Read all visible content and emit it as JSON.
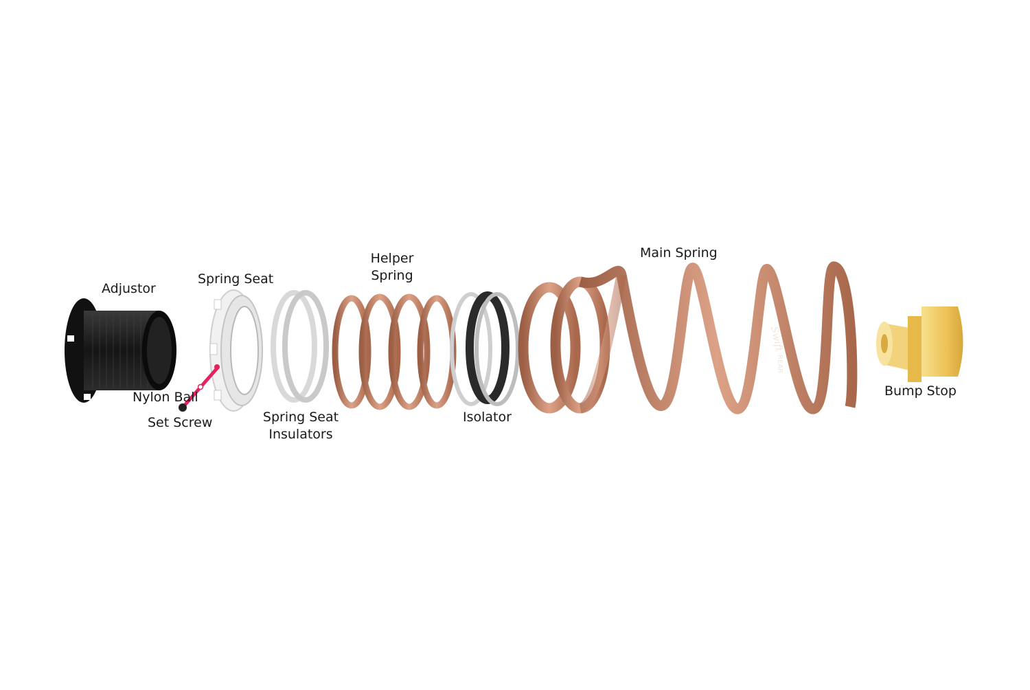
{
  "labels": {
    "adjustor": "Adjustor",
    "spring_seat": "Spring Seat",
    "nylon_ball": "Nylon Ball",
    "set_screw": "Set Screw",
    "insulators_line1": "Spring Seat",
    "insulators_line2": "Insulators",
    "helper_line1": "Helper",
    "helper_line2": "Spring",
    "isolator": "Isolator",
    "main_spring": "Main Spring",
    "bump_stop": "Bump Stop",
    "spring_brand": "Swift",
    "spring_tag": "REAR"
  },
  "colors": {
    "spring": "#c98e72",
    "adjustor": "#1e1e1e",
    "seat": "#e4e4e4",
    "insulator": "#cfcfcf",
    "isolator": "#2a2a2a",
    "bump_stop": "#efc456",
    "set_screw": "#e0245e"
  }
}
